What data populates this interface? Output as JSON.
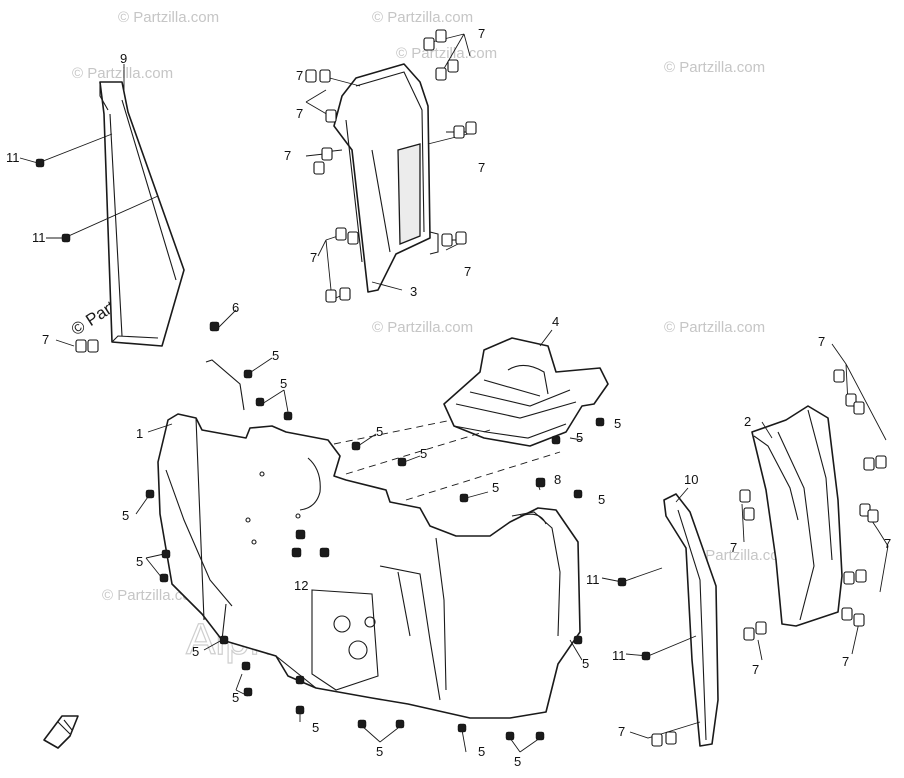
{
  "watermarks": {
    "partzilla": "© Partzilla.com",
    "site": "Alpha-Sports.com"
  },
  "callouts": {
    "c1": "1",
    "c2": "2",
    "c3": "3",
    "c4": "4",
    "c6": "6",
    "c8": "8",
    "c9": "9",
    "c10": "10",
    "c12": "12",
    "c11": "11",
    "c5": "5",
    "c7": "7"
  },
  "icons": {
    "direction": "front-direction-arrow-icon",
    "fastener": "bolt-icon",
    "clip": "clip-icon"
  }
}
